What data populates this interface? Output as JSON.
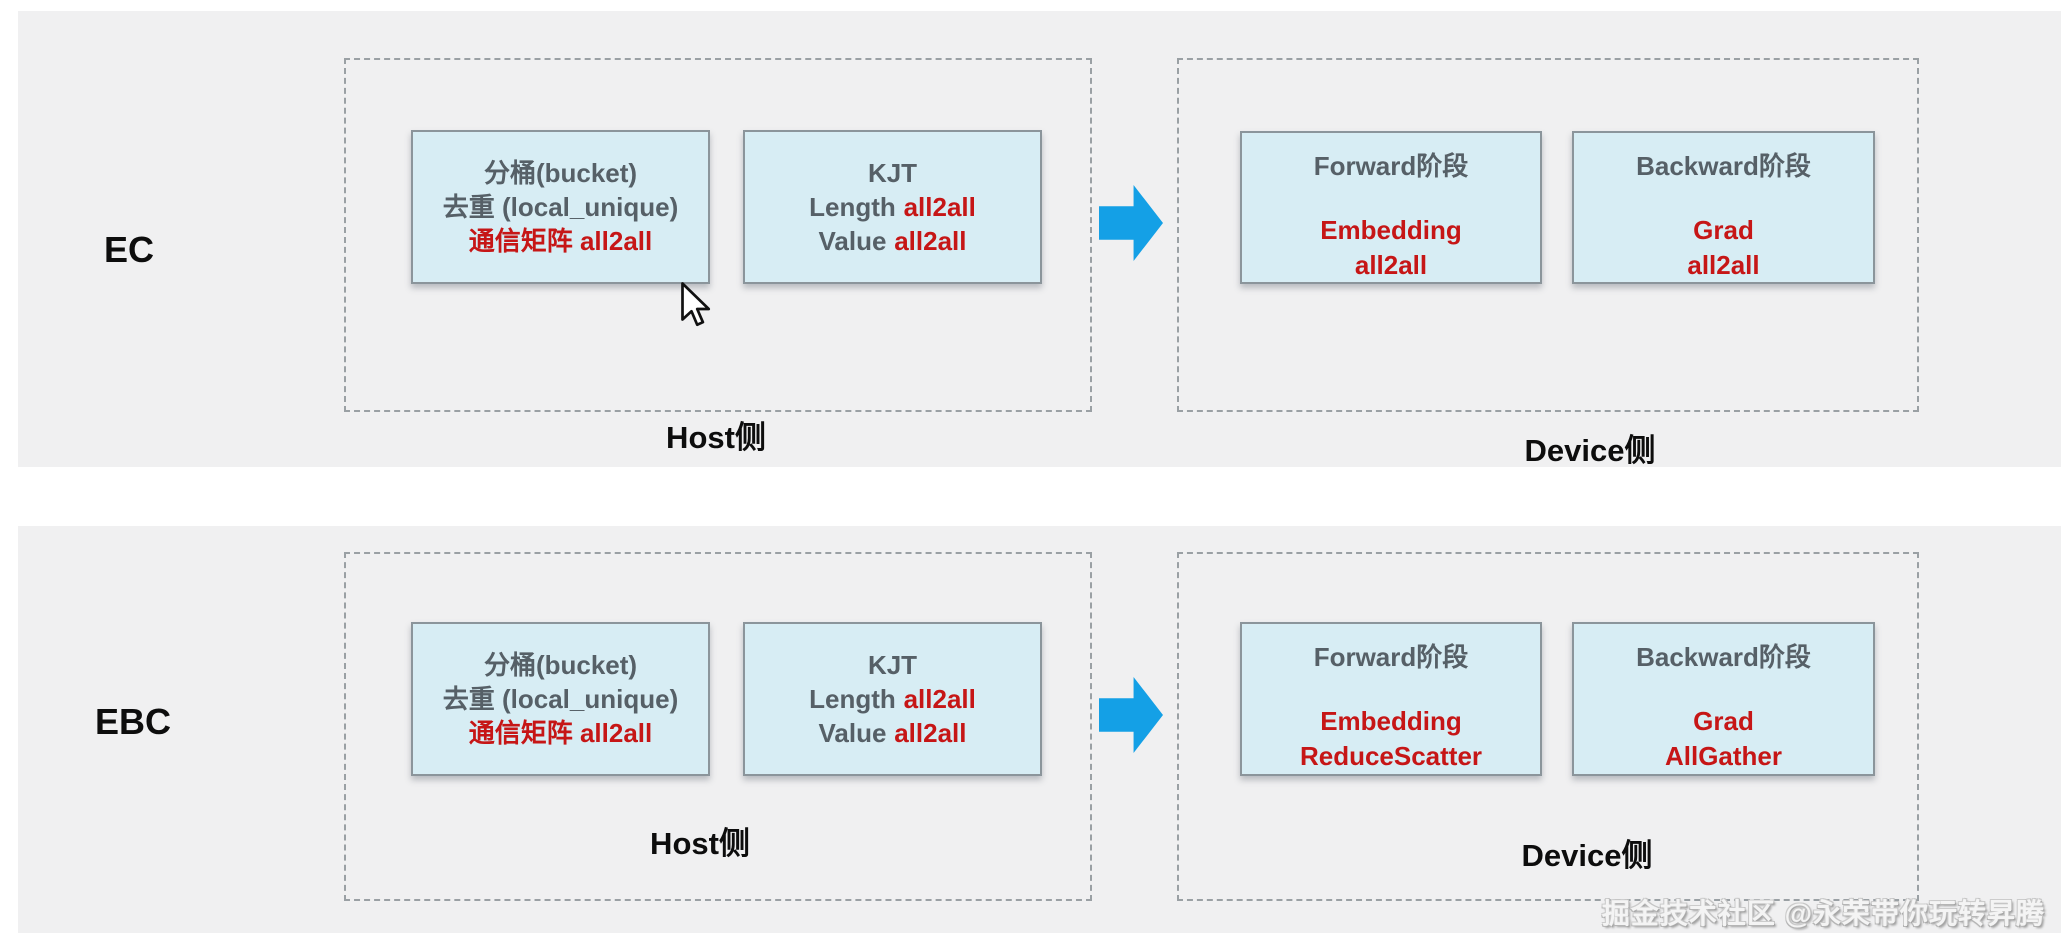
{
  "page": {
    "watermark": "掘金技术社区 @永荣带你玩转昇腾"
  },
  "colors": {
    "panel_bg": "#f0f0f1",
    "box_fill": "#d7edf4",
    "box_border": "#8b959b",
    "dashed_border": "#9aa0a4",
    "text_gray": "#566067",
    "text_red": "#c61616",
    "arrow_blue": "#14a0e6",
    "label_black": "#0d0d0d"
  },
  "rows": [
    {
      "row_label": "EC",
      "host": {
        "label": "Host侧",
        "bucket_box": {
          "line1": "分桶(bucket)",
          "line2": "去重 (local_unique)",
          "line3": "通信矩阵 all2all"
        },
        "kjt_box": {
          "title": "KJT",
          "length_label": "Length",
          "length_value": "all2all",
          "value_label": "Value",
          "value_value": "all2all"
        }
      },
      "device": {
        "label": "Device侧",
        "forward_box": {
          "title": "Forward阶段",
          "op_name": "Embedding",
          "op_comm": "all2all"
        },
        "backward_box": {
          "title": "Backward阶段",
          "op_name": "Grad",
          "op_comm": "all2all"
        }
      }
    },
    {
      "row_label": "EBC",
      "host": {
        "label": "Host侧",
        "bucket_box": {
          "line1": "分桶(bucket)",
          "line2": "去重 (local_unique)",
          "line3": "通信矩阵 all2all"
        },
        "kjt_box": {
          "title": "KJT",
          "length_label": "Length",
          "length_value": "all2all",
          "value_label": "Value",
          "value_value": "all2all"
        }
      },
      "device": {
        "label": "Device侧",
        "forward_box": {
          "title": "Forward阶段",
          "op_name": "Embedding",
          "op_comm": "ReduceScatter"
        },
        "backward_box": {
          "title": "Backward阶段",
          "op_name": "Grad",
          "op_comm": "AllGather"
        }
      }
    }
  ]
}
